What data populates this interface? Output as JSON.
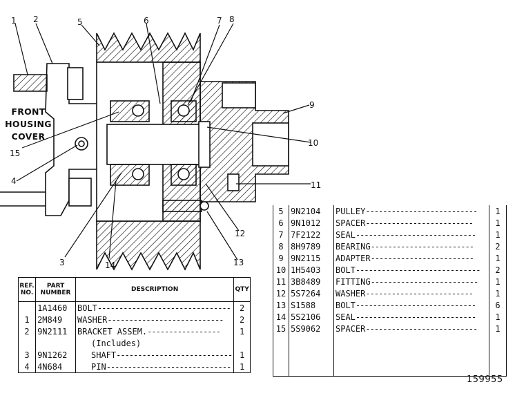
{
  "callouts": [
    "1",
    "2",
    "3",
    "4",
    "5",
    "6",
    "7",
    "8",
    "9",
    "10",
    "11",
    "12",
    "13",
    "14",
    "15"
  ],
  "housing_label": [
    "FRONT",
    "HOUSING",
    "COVER"
  ],
  "left_table": {
    "headers": {
      "ref_line1": "REF.",
      "ref_line2": "NO.",
      "part_line1": "PART",
      "part_line2": "NUMBER",
      "description": "DESCRIPTION",
      "qty": "QTY"
    },
    "rows": [
      {
        "ref": "",
        "part": "1A1460",
        "desc": "BOLT",
        "qty": "2"
      },
      {
        "ref": "1",
        "part": "2M849",
        "desc": "WASHER",
        "qty": "2"
      },
      {
        "ref": "2",
        "part": "9N2111",
        "desc": "BRACKET ASSEM.",
        "qty": "1"
      },
      {
        "ref": "",
        "part": "",
        "desc": "(Includes)",
        "qty": ""
      },
      {
        "ref": "3",
        "part": "9N1262",
        "desc": "SHAFT",
        "qty": "1"
      },
      {
        "ref": "4",
        "part": "4N684",
        "desc": "PIN",
        "qty": "1"
      }
    ]
  },
  "right_table": {
    "rows": [
      {
        "ref": "5",
        "part": "9N2104",
        "desc": "PULLEY",
        "qty": "1"
      },
      {
        "ref": "6",
        "part": "9N1012",
        "desc": "SPACER",
        "qty": "1"
      },
      {
        "ref": "7",
        "part": "7F2122",
        "desc": "SEAL",
        "qty": "1"
      },
      {
        "ref": "8",
        "part": "8H9789",
        "desc": "BEARING",
        "qty": "2"
      },
      {
        "ref": "9",
        "part": "9N2115",
        "desc": "ADAPTER",
        "qty": "1"
      },
      {
        "ref": "10",
        "part": "1H5403",
        "desc": "BOLT",
        "qty": "2"
      },
      {
        "ref": "11",
        "part": "3B8489",
        "desc": "FITTING",
        "qty": "1"
      },
      {
        "ref": "12",
        "part": "5S7264",
        "desc": "WASHER",
        "qty": "1"
      },
      {
        "ref": "13",
        "part": "S1588",
        "desc": "BOLT",
        "qty": "6"
      },
      {
        "ref": "14",
        "part": "5S2106",
        "desc": "SEAL",
        "qty": "1"
      },
      {
        "ref": "15",
        "part": "5S9062",
        "desc": "SPACER",
        "qty": "1"
      }
    ]
  },
  "figure_number": "159955"
}
